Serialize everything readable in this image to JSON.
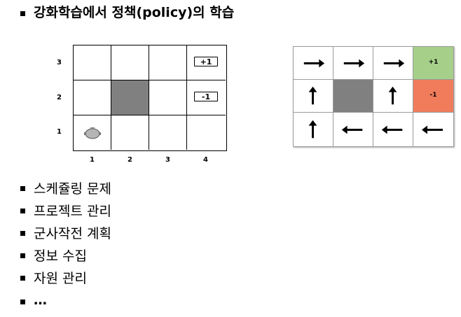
{
  "title": "강화학습에서 정책(policy)의 학습",
  "grid_left": {
    "rewards": {
      "plus": "+1",
      "minus": "-1"
    },
    "row_labels": [
      "3",
      "2",
      "1"
    ],
    "col_labels": [
      "1",
      "2",
      "3",
      "4"
    ],
    "robot_icon": "robot-icon"
  },
  "grid_right": {
    "cells": [
      [
        "arrow-right",
        "arrow-right",
        "arrow-right",
        "+1"
      ],
      [
        "arrow-up",
        "blocked",
        "arrow-up",
        "-1"
      ],
      [
        "arrow-up",
        "arrow-left",
        "arrow-left",
        "arrow-left"
      ]
    ],
    "reward_plus": "+1",
    "reward_minus": "-1",
    "colors": {
      "plus": "#a6d08a",
      "minus": "#f07c5c",
      "blocked": "#808080"
    }
  },
  "items": [
    "스케쥴링 문제",
    "프로젝트 관리",
    "군사작전 계획",
    "정보 수집",
    "자원 관리",
    "…"
  ]
}
